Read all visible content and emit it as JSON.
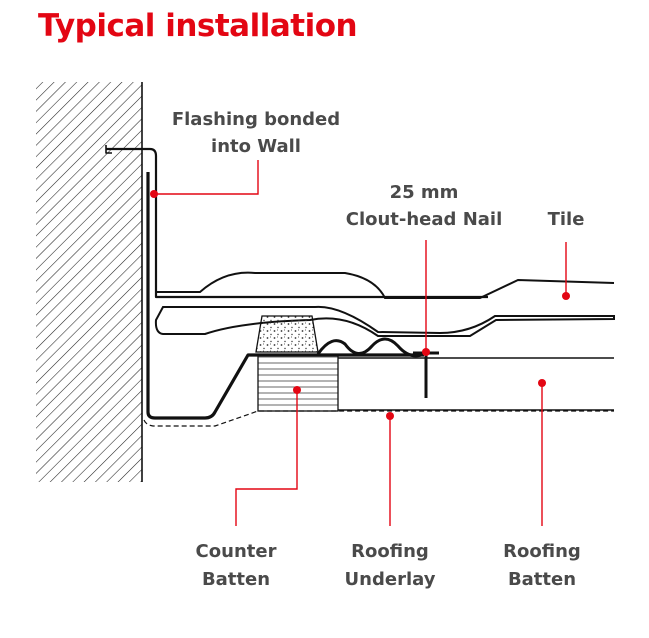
{
  "title": "Typical installation",
  "accent_color": "#e30613",
  "text_color": "#4a4a4a",
  "labels": {
    "flashing": [
      "Flashing bonded",
      "into Wall"
    ],
    "nail": [
      "25 mm",
      "Clout-head Nail"
    ],
    "tile": "Tile",
    "counter_batten": [
      "Counter",
      "Batten"
    ],
    "roofing_underlay": [
      "Roofing",
      "Underlay"
    ],
    "roofing_batten": [
      "Roofing",
      "Batten"
    ]
  }
}
